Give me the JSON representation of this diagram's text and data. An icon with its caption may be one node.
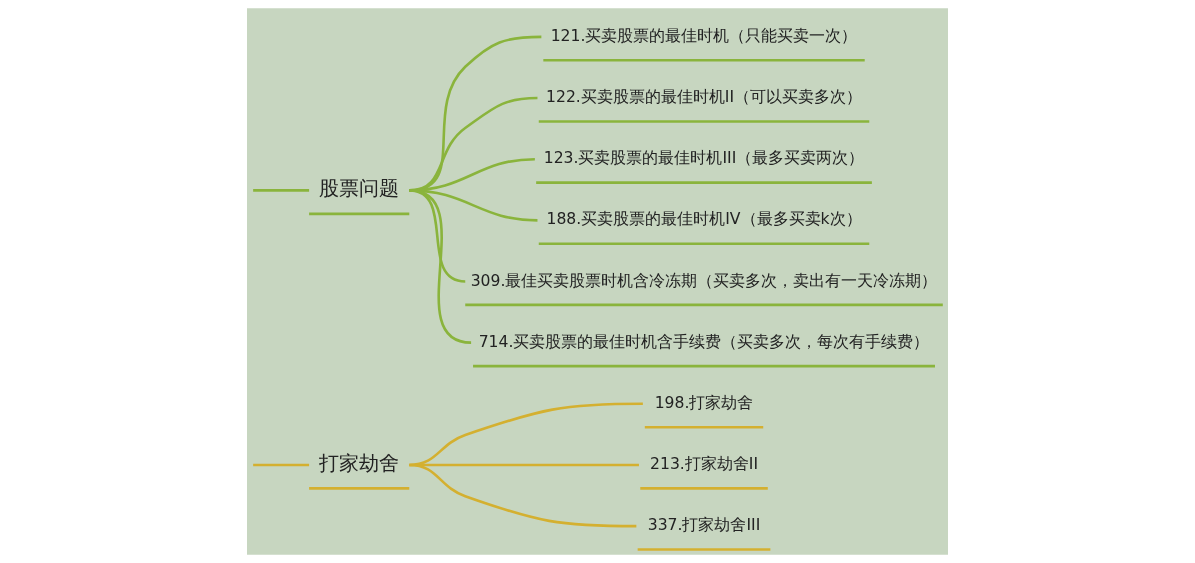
{
  "diagram": {
    "nodes": [
      {
        "text": [
          "打家劫舍"
        ]
      },
      {
        "text": [
          "198.打家劫舍"
        ]
      },
      {
        "text": [
          "213.打家劫舍II"
        ]
      },
      {
        "text": [
          "337.打家劫舍III"
        ]
      },
      {
        "text": [
          "股票问题"
        ]
      },
      {
        "text": [
          "121.买卖股票的最佳时机（只能买卖一次）"
        ]
      },
      {
        "text": [
          "122.买卖股票的最佳时机II（可以买卖多次）"
        ]
      },
      {
        "text": [
          "123.买卖股票的最佳时机III（最多买卖两次）"
        ]
      },
      {
        "text": [
          "188.买卖股票的最佳时机IV（最多买卖k次）"
        ]
      },
      {
        "text": [
          "309.最佳买卖股票时机含冷冻期（买卖多次，卖出有一天冷冻期）"
        ]
      },
      {
        "text": [
          "714.买卖股票的最佳时机含手续费（买卖多次，每次有手续费）"
        ]
      }
    ],
    "edges": [
      {
        "from": null,
        "to": 0,
        "arrow": "none",
        "color": "#d4b030"
      },
      {
        "from": 0,
        "to": 1,
        "arrow": "none",
        "color": "#d4b030"
      },
      {
        "from": 0,
        "to": 2,
        "arrow": "none",
        "color": "#d4b030"
      },
      {
        "from": 0,
        "to": 3,
        "arrow": "none",
        "color": "#d4b030"
      },
      {
        "from": null,
        "to": 4,
        "arrow": "none"
      },
      {
        "from": 4,
        "to": 5,
        "arrow": "none"
      },
      {
        "from": 4,
        "to": 6,
        "arrow": "none"
      },
      {
        "from": 4,
        "to": 7,
        "arrow": "none"
      },
      {
        "from": 4,
        "to": 8,
        "arrow": "none"
      },
      {
        "from": 4,
        "to": 9,
        "arrow": "none"
      },
      {
        "from": 4,
        "to": 10,
        "arrow": "none"
      }
    ]
  }
}
